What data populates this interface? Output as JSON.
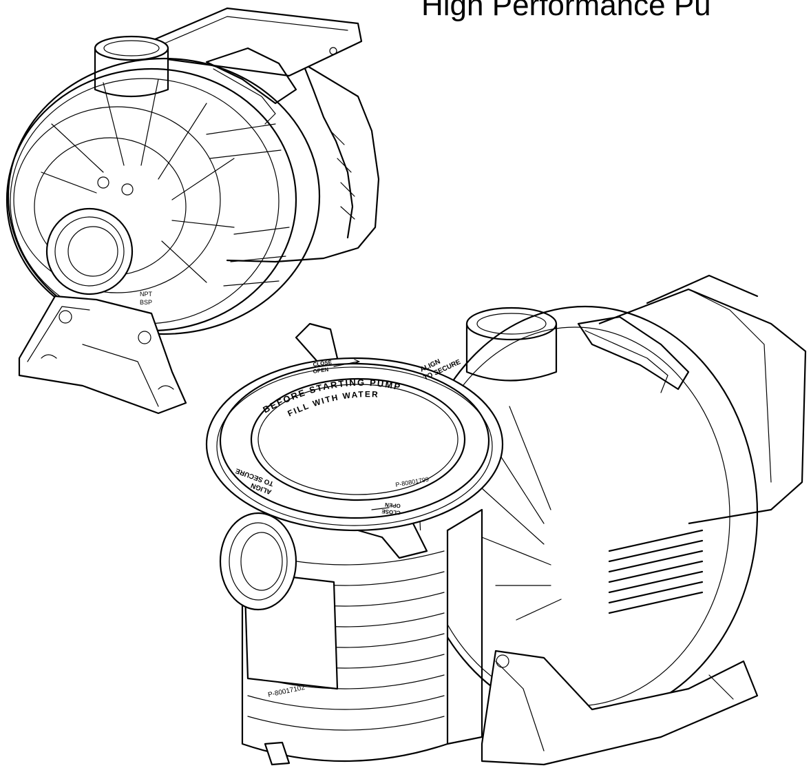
{
  "title": "High Performance Pu",
  "lid": {
    "arc_text": "BEFORE STARTING PUMP",
    "arc_text2": "FILL WITH WATER",
    "align_label_1": "ALIGN",
    "align_label_2": "TO SECURE",
    "close_label": "CLOSE",
    "open_label": "OPEN",
    "part_number": "P-80801799"
  },
  "basket_housing": {
    "part_number": "P-80017102"
  },
  "front_pump": {
    "npt_label": "NPT",
    "bsp_label": "BSP"
  }
}
